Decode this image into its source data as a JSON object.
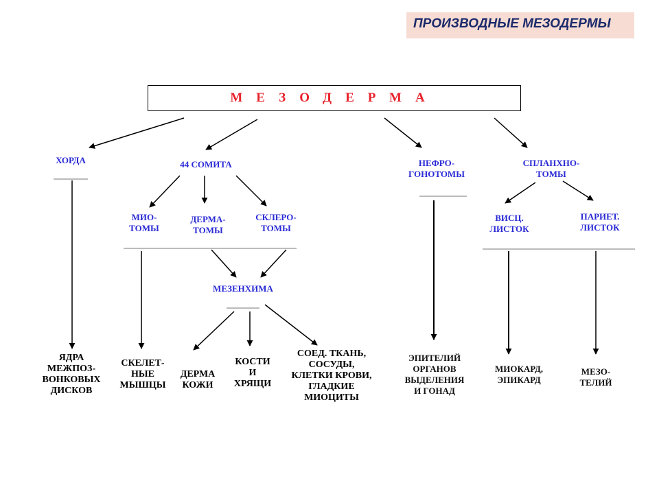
{
  "title": "ПРОИЗВОДНЫЕ МЕЗОДЕРМЫ",
  "root": "МЕЗОДЕРМА",
  "level1": {
    "chorda": "ХОРДА",
    "somites": "44 СОМИТА",
    "nephrogonotomes": [
      "НЕФРО-",
      "ГОНОТОМЫ"
    ],
    "splanchnotomes": [
      "СПЛАНХНО-",
      "ТОМЫ"
    ]
  },
  "somite_parts": {
    "myotomes": [
      "МИО-",
      "ТОМЫ"
    ],
    "dermatomes": [
      "ДЕРМА-",
      "ТОМЫ"
    ],
    "sclerotomes": [
      "СКЛЕРО-",
      "ТОМЫ"
    ]
  },
  "splanchno_parts": {
    "visceral": [
      "ВИСЦ.",
      "ЛИСТОК"
    ],
    "parietal": [
      "ПАРИЕТ.",
      "ЛИСТОК"
    ]
  },
  "mesenchyme": "МЕЗЕНХИМА",
  "derivatives": {
    "discs": [
      "ЯДРА",
      "МЕЖПОЗ-",
      "ВОНКОВЫХ",
      "ДИСКОВ"
    ],
    "muscles": [
      "СКЕЛЕТ-",
      "НЫЕ",
      "МЫШЦЫ"
    ],
    "dermis": [
      "ДЕРМА",
      "КОЖИ"
    ],
    "bones": [
      "КОСТИ",
      "И",
      "ХРЯЩИ"
    ],
    "connective": [
      "СОЕД. ТКАНЬ,",
      "СОСУДЫ,",
      "КЛЕТКИ КРОВИ,",
      "ГЛАДКИЕ",
      "МИОЦИТЫ"
    ],
    "epithelium": [
      "ЭПИТЕЛИЙ",
      "ОРГАНОВ",
      "ВЫДЕЛЕНИЯ",
      "И ГОНАД"
    ],
    "myocard": [
      "МИОКАРД,",
      "ЭПИКАРД"
    ],
    "mesothelium": [
      "МЕЗО-",
      "ТЕЛИЙ"
    ]
  },
  "colors": {
    "title_bg": "#f7dcd3",
    "title_text": "#1b2a6b",
    "root_text": "#e8222b",
    "node_text": "#2a2ad6",
    "arrow": "#000000"
  }
}
